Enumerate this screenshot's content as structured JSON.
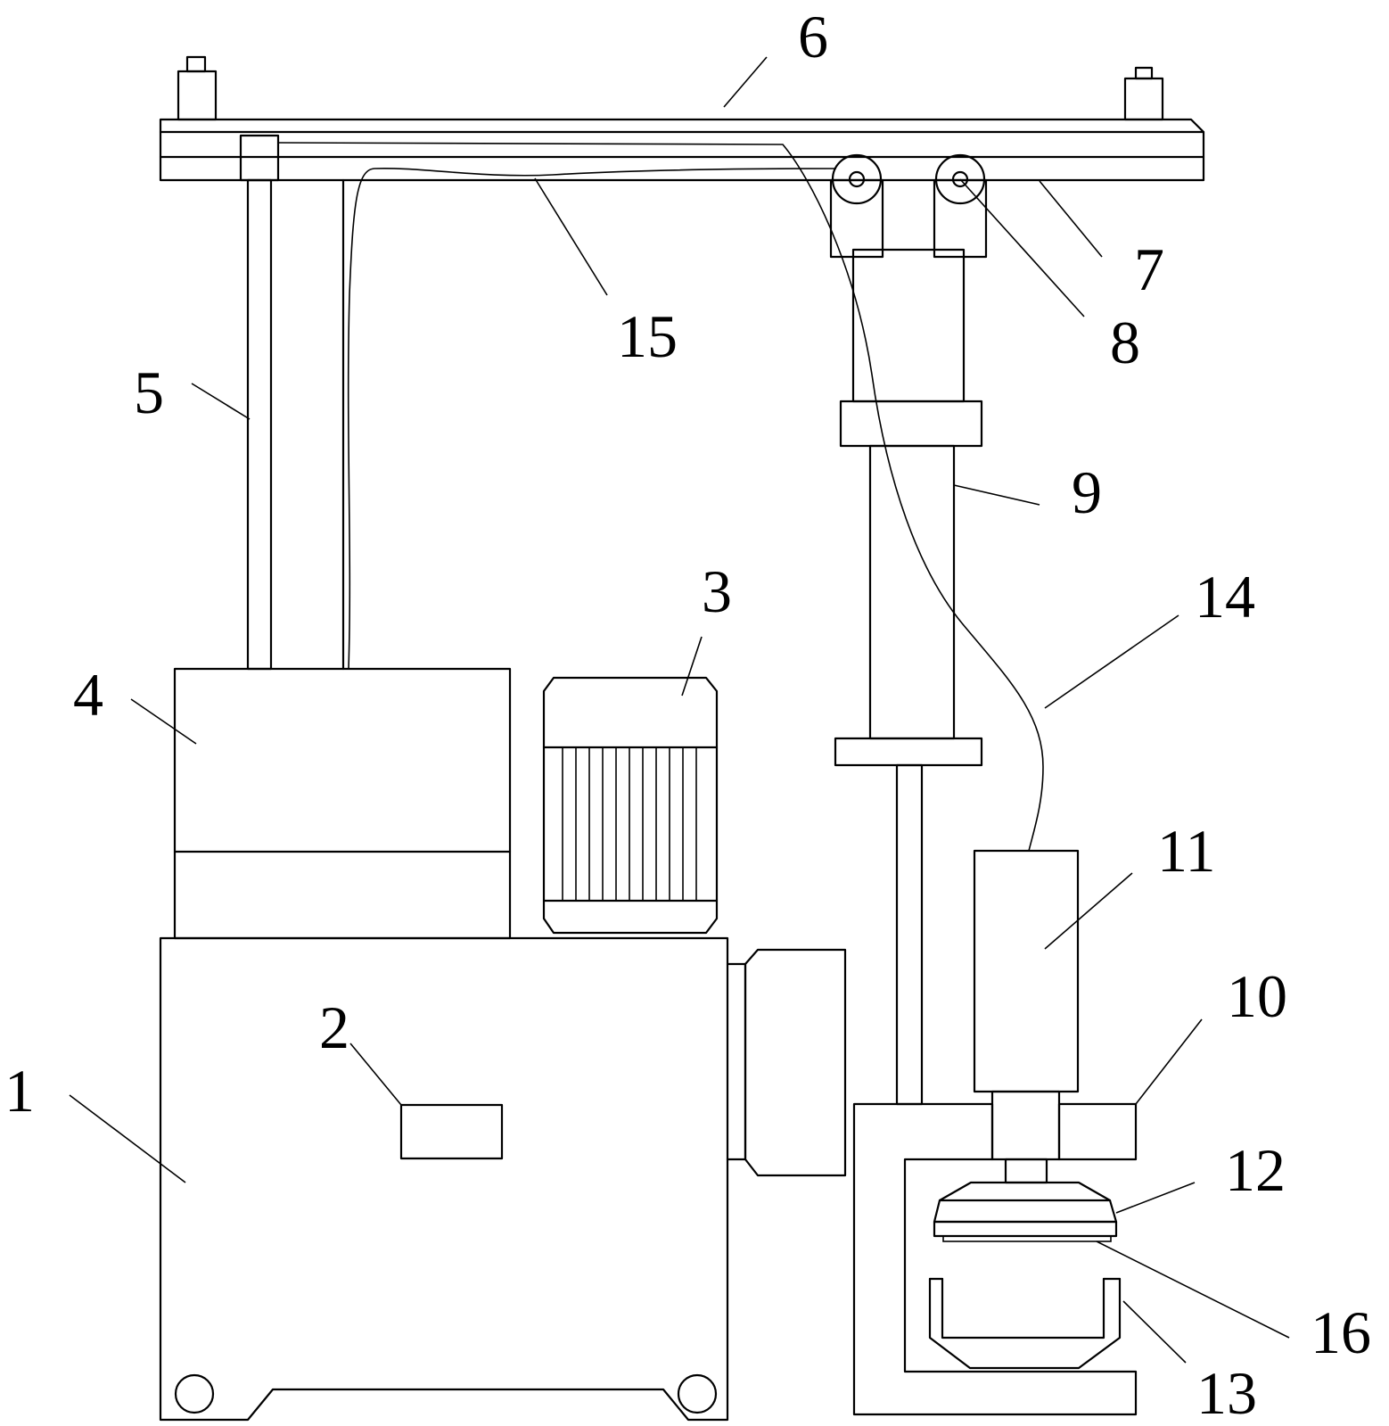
{
  "labels": [
    {
      "id": "1",
      "text": "1"
    },
    {
      "id": "2",
      "text": "2"
    },
    {
      "id": "3",
      "text": "3"
    },
    {
      "id": "4",
      "text": "4"
    },
    {
      "id": "5",
      "text": "5"
    },
    {
      "id": "6",
      "text": "6"
    },
    {
      "id": "7",
      "text": "7"
    },
    {
      "id": "8",
      "text": "8"
    },
    {
      "id": "9",
      "text": "9"
    },
    {
      "id": "10",
      "text": "10"
    },
    {
      "id": "11",
      "text": "11"
    },
    {
      "id": "12",
      "text": "12"
    },
    {
      "id": "13",
      "text": "13"
    },
    {
      "id": "14",
      "text": "14"
    },
    {
      "id": "15",
      "text": "15"
    },
    {
      "id": "16",
      "text": "16"
    }
  ]
}
